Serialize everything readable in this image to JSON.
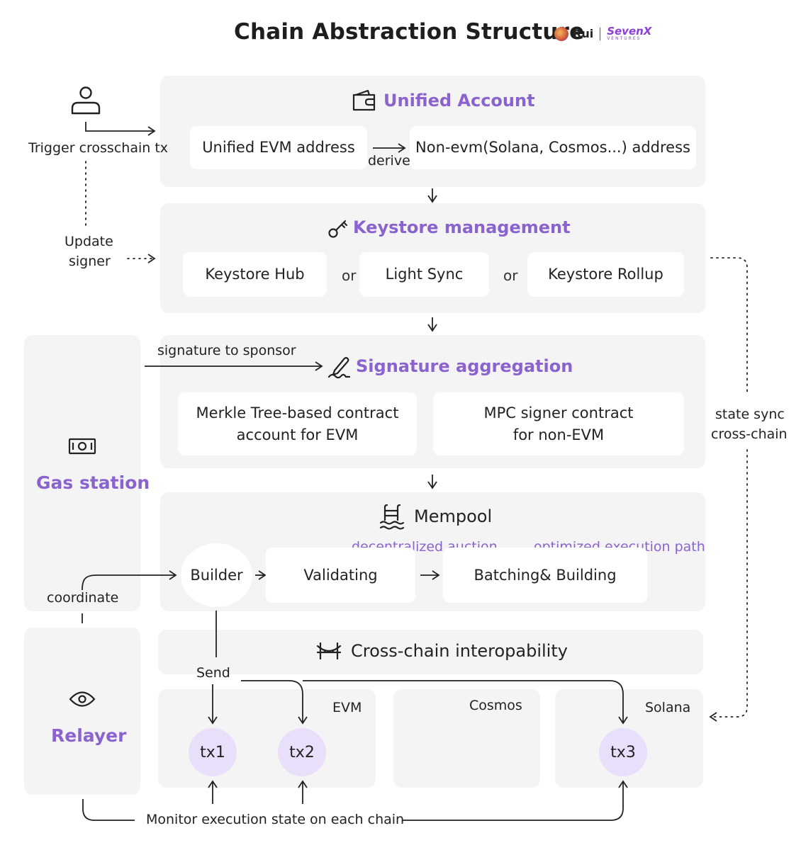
{
  "title": "Chain Abstraction Structure",
  "logo": {
    "author": "Rui",
    "brand": "SevenX",
    "brand_sub": "VENTURES"
  },
  "user": {
    "trigger": "Trigger crosschain tx",
    "update": [
      "Update",
      "signer"
    ]
  },
  "unified_account": {
    "title": "Unified Account",
    "evm": "Unified EVM address",
    "derive": "derive",
    "non_evm": "Non-evm(Solana, Cosmos...) address"
  },
  "keystore": {
    "title": "Keystore management",
    "options": [
      "Keystore Hub",
      "Light Sync",
      "Keystore Rollup"
    ],
    "or": "or"
  },
  "signature": {
    "title": "Signature aggregation",
    "sponsor": "signature to sponsor",
    "merkle": [
      "Merkle Tree-based contract",
      "account for EVM"
    ],
    "mpc": [
      "MPC signer contract",
      "for non-EVM"
    ]
  },
  "gas_station": {
    "title": "Gas station",
    "coordinate": "coordinate"
  },
  "mempool": {
    "title": "Mempool",
    "auction": "decentralized auction",
    "optimized": "optimized execution path",
    "builder": "Builder",
    "validating": "Validating",
    "batching": "Batching& Building"
  },
  "interop": {
    "title": "Cross-chain interopability",
    "send": "Send",
    "chains": [
      "EVM",
      "Cosmos",
      "Solana"
    ],
    "txs": [
      "tx1",
      "tx2",
      "tx3"
    ]
  },
  "relayer": {
    "title": "Relayer",
    "monitor": "Monitor execution state on each chain"
  },
  "state_sync": [
    "state sync",
    "cross-chain"
  ],
  "colors": {
    "accent": "#8b63cf",
    "panel": "#f4f4f4",
    "tx_fill": "#e9dffb"
  },
  "icons": [
    "user-icon",
    "wallet-icon",
    "key-icon",
    "signature-icon",
    "money-icon",
    "pool-icon",
    "bridge-icon",
    "eye-icon"
  ]
}
